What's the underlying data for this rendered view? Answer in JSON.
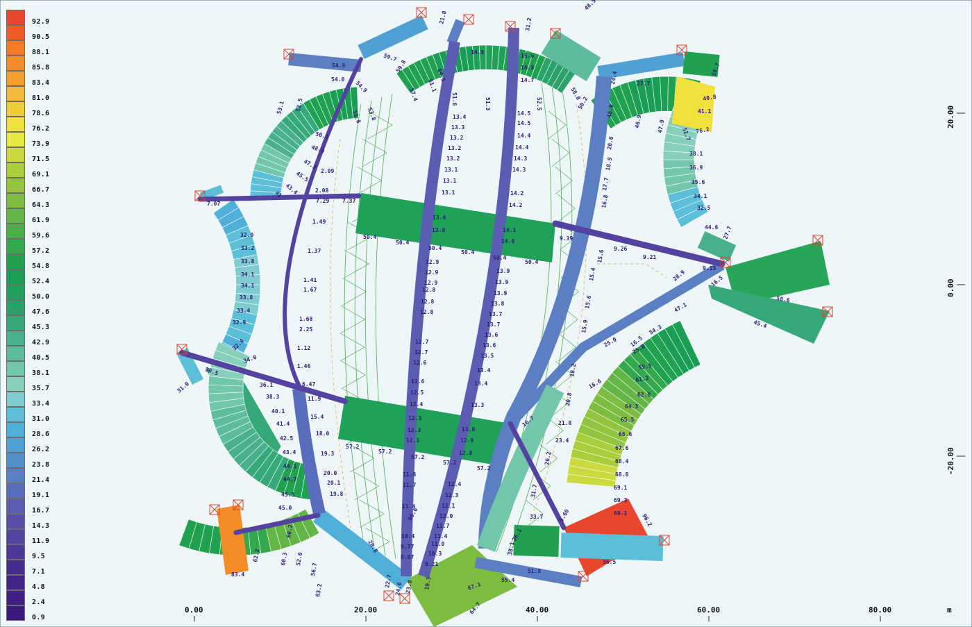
{
  "legend": {
    "values": [
      "92.9",
      "90.5",
      "88.1",
      "85.8",
      "83.4",
      "81.0",
      "78.6",
      "76.2",
      "73.9",
      "71.5",
      "69.1",
      "66.7",
      "64.3",
      "61.9",
      "59.6",
      "57.2",
      "54.8",
      "52.4",
      "50.0",
      "47.6",
      "45.3",
      "42.9",
      "40.5",
      "38.1",
      "35.7",
      "33.4",
      "31.0",
      "28.6",
      "26.2",
      "23.8",
      "21.4",
      "19.1",
      "16.7",
      "14.3",
      "11.9",
      "9.5",
      "7.1",
      "4.8",
      "2.4",
      "0.9"
    ],
    "colors": [
      "#e8472e",
      "#f15b2a",
      "#f47a26",
      "#f48d25",
      "#f5a02c",
      "#f6b93a",
      "#f0cd38",
      "#f2e03c",
      "#e8ea40",
      "#c9d93b",
      "#aacd3c",
      "#92c43e",
      "#7cbd3f",
      "#63b546",
      "#4cae47",
      "#33a84c",
      "#20a150",
      "#1a9d54",
      "#20a05b",
      "#2aa26a",
      "#36a97b",
      "#48b18b",
      "#5cbc9d",
      "#72c6ac",
      "#88cfbb",
      "#7ecbd0",
      "#5cbfd8",
      "#4fafd9",
      "#4fa0d4",
      "#528fcb",
      "#5a7fc2",
      "#5a6dba",
      "#5a5db2",
      "#5a4fa8",
      "#5442a0",
      "#4d3798",
      "#472c90",
      "#432589",
      "#3f1f83",
      "#3b1a7d"
    ]
  },
  "axes": {
    "x_ticks": [
      "0.00",
      "20.00",
      "40.00",
      "60.00",
      "80.00"
    ],
    "x_unit": "m",
    "y_ticks": [
      "20.00",
      "0.00",
      "-20.00"
    ]
  },
  "labels": {
    "l1": "50.4",
    "l2": "50.4",
    "l3": "50.4",
    "l4": "50.4",
    "l5": "50.4",
    "l6": "50.4",
    "l7": "57.2",
    "l8": "57.2",
    "l9": "57.2",
    "l10": "57.2",
    "l11": "57.2",
    "l12": "13.0",
    "l13": "13.0",
    "l14": "14.1",
    "l15": "14.0",
    "l16": "12.3",
    "l17": "12.3",
    "l18": "12.1",
    "l19": "13.0",
    "l20": "12.9",
    "l21": "12.8",
    "l22": "13.4",
    "l23": "13.3",
    "l24": "13.2",
    "l25": "13.2",
    "l26": "13.2",
    "l27": "13.1",
    "l28": "13.1",
    "l29": "13.1",
    "l30": "12.9",
    "l31": "12.9",
    "l32": "12.9",
    "l33": "12.8",
    "l34": "12.8",
    "l35": "12.8",
    "l36": "12.7",
    "l37": "12.7",
    "l38": "12.6",
    "l39": "12.6",
    "l40": "12.5",
    "l41": "12.4",
    "l42": "11.8",
    "l43": "11.7",
    "l44": "11.4",
    "l45": "10.4",
    "l46": "9.77",
    "l47": "8.87",
    "l48": "14.5",
    "l49": "14.5",
    "l50": "14.4",
    "l51": "14.4",
    "l52": "14.3",
    "l53": "14.3",
    "l54": "14.2",
    "l55": "14.2",
    "l56": "13.9",
    "l57": "13.9",
    "l58": "13.9",
    "l59": "13.8",
    "l60": "13.7",
    "l61": "13.7",
    "l62": "13.6",
    "l63": "13.6",
    "l64": "13.5",
    "l65": "13.4",
    "l66": "13.4",
    "l67": "13.3",
    "l68": "12.4",
    "l69": "12.3",
    "l70": "12.1",
    "l71": "12.0",
    "l72": "11.7",
    "l73": "11.4",
    "l74": "11.0",
    "l75": "10.3",
    "l76": "9.21",
    "l77": "2.09",
    "l78": "2.08",
    "l79": "1.49",
    "l80": "1.37",
    "l81": "1.41",
    "l82": "1.67",
    "l83": "1.68",
    "l84": "2.25",
    "l85": "1.12",
    "l86": "1.46",
    "l87": "6.47",
    "l88": "11.9",
    "l89": "15.4",
    "l90": "18.0",
    "l91": "19.3",
    "l92": "20.0",
    "l93": "20.1",
    "l94": "19.8",
    "l95": "7.07",
    "l96": "7.29",
    "l97": "7.37",
    "l98": "32.0",
    "l99": "33.2",
    "l100": "33.8",
    "l101": "34.1",
    "l102": "34.1",
    "l103": "33.8",
    "l104": "33.4",
    "l105": "32.9",
    "l106": "32.4",
    "l107": "34.0",
    "l108": "36.1",
    "l109": "38.3",
    "l110": "40.1",
    "l111": "41.4",
    "l112": "42.5",
    "l113": "43.4",
    "l114": "44.1",
    "l115": "44.7",
    "l116": "45.1",
    "l117": "45.0",
    "l118": "31.0",
    "l119": "30.5",
    "l120": "53.1",
    "l121": "52.5",
    "l122": "50.1",
    "l123": "48.9",
    "l124": "47.3",
    "l125": "45.5",
    "l126": "43.4",
    "l127": "41",
    "l128": "54.8",
    "l129": "54.0",
    "l130": "53.8",
    "l131": "53.8",
    "l132": "54.9",
    "l133": "59.7",
    "l134": "59.8",
    "l135": "57.4",
    "l136": "61.1",
    "l137": "64.5",
    "l138": "21.0",
    "l139": "14.8",
    "l140": "51.6",
    "l141": "51.3",
    "l142": "15.6",
    "l143": "14.8",
    "l144": "14.7",
    "l145": "52.5",
    "l146": "31.2",
    "l147": "48.5",
    "l148": "58.8",
    "l149": "50.2",
    "l150": "24.4",
    "l151": "27.7",
    "l152": "50.7",
    "l153": "40.8",
    "l154": "41.1",
    "l155": "76.2",
    "l156": "51.7",
    "l157": "46.9",
    "l158": "47.9",
    "l159": "46.0",
    "l160": "38.1",
    "l161": "36.9",
    "l162": "35.6",
    "l163": "34.1",
    "l164": "32.5",
    "l165": "44.6",
    "l166": "27.7",
    "l167": "9.39",
    "l168": "9.26",
    "l169": "9.21",
    "l170": "9.15",
    "l171": "58.6",
    "l172": "45.4",
    "l173": "16.5",
    "l174": "28.9",
    "l175": "47.1",
    "l176": "20.6",
    "l177": "18.9",
    "l178": "17.7",
    "l179": "16.8",
    "l180": "15.6",
    "l181": "15.4",
    "l182": "15.6",
    "l183": "15.9",
    "l184": "18.2",
    "l185": "20.8",
    "l186": "21.8",
    "l187": "23.4",
    "l188": "16.5",
    "l189": "54.3",
    "l190": "59.5",
    "l191": "61.2",
    "l192": "62.8",
    "l193": "64.3",
    "l194": "65.5",
    "l195": "66.6",
    "l196": "67.6",
    "l197": "68.4",
    "l198": "68.8",
    "l199": "69.1",
    "l200": "69.3",
    "l201": "69.1",
    "l202": "96.2",
    "l203": "36.5",
    "l204": "16.7",
    "l205": "26.2",
    "l206": "31.7",
    "l207": "33.7",
    "l208": "36.1",
    "l209": "38.1",
    "l210": "5.60",
    "l211": "51.8",
    "l212": "55.4",
    "l213": "60.2",
    "l214": "62.2",
    "l215": "83.4",
    "l216": "60.3",
    "l217": "52.0",
    "l218": "56.7",
    "l219": "63.2",
    "l220": "66.6",
    "l221": "22.7",
    "l222": "24.6",
    "l223": "19.5",
    "l224": "23.0",
    "l225": "67.1",
    "l226": "64.7",
    "l227": "20.8",
    "l228": "16.6",
    "l229": "25.0",
    "l230": "25.8"
  }
}
